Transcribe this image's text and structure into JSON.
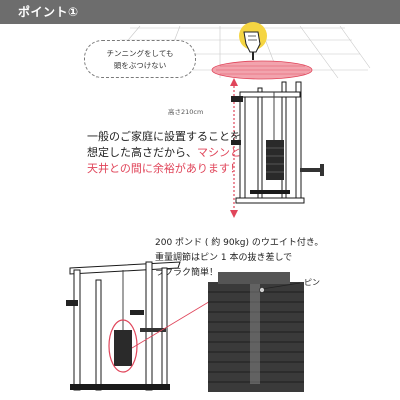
{
  "header": {
    "title": "ポイント①"
  },
  "callout": {
    "line1": "チンニングをしても",
    "line2": "頭をぶつけない"
  },
  "height_label": "高さ210cm",
  "description1": {
    "line1": "一般のご家庭に設置することを",
    "line2_black": "想定した高さだから、",
    "line2_red": "マシンと",
    "line3_red": "天井との間に余裕があります！"
  },
  "description2": {
    "line1": "200 ポンド ( 約 90kg) のウエイト付き。",
    "line2": "重量調節はピン 1 本の抜き差しで",
    "line3": "ラクラク簡単！"
  },
  "pin_label": "ピン",
  "colors": {
    "header_bg": "#6d6d6d",
    "accent_red": "#e0455a",
    "ceiling_oval": "#f2a3ad",
    "hand_yellow": "#f5d542"
  },
  "icons": [
    "hand-pointing-icon",
    "height-arrow-icon"
  ]
}
